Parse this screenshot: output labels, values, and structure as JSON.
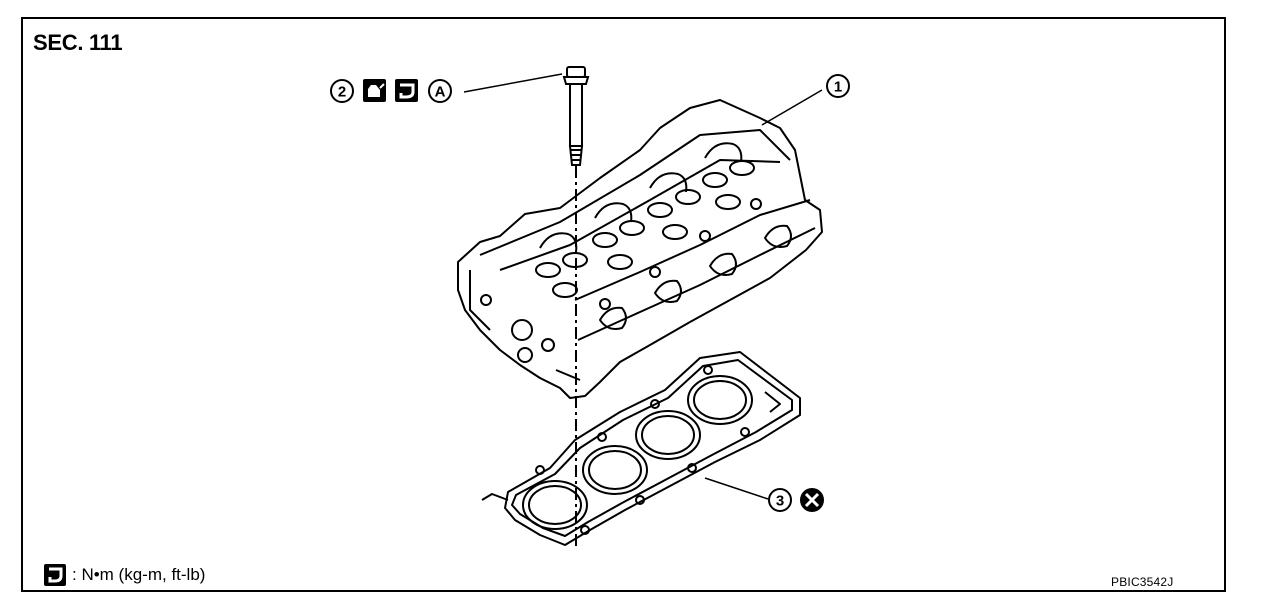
{
  "section": {
    "title": "SEC. 111"
  },
  "callouts": {
    "cylinder_head": "1",
    "bolt": "2",
    "gasket": "3",
    "note_a": "A"
  },
  "legend": {
    "torque_unit_text": ": N•m (kg-m, ft-lb)"
  },
  "figure": {
    "code": "PBIC3542J"
  },
  "icons": {
    "bolt_symbols": [
      "apply-oil-icon",
      "torque-wrench-icon",
      "note-a-icon"
    ],
    "gasket_symbol": "do-not-reuse-icon",
    "legend_symbol": "torque-wrench-icon"
  }
}
